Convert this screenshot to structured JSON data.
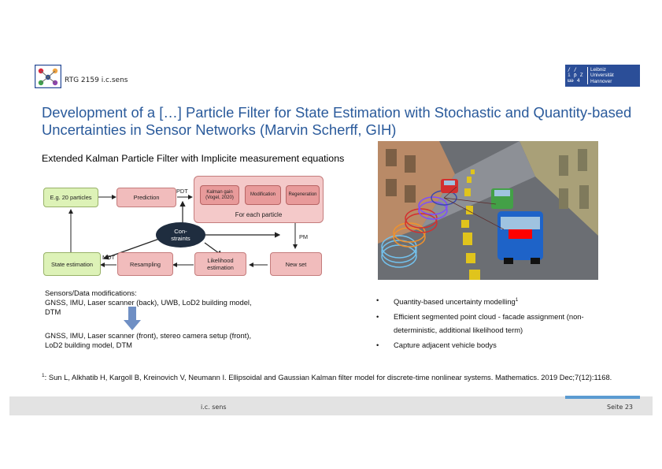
{
  "header": {
    "org": "RTG 2159 i.c.sens",
    "uni_mark_lines": [
      "/ /",
      "i ƥ Z",
      "ɯə 4"
    ],
    "uni_name": "Leibniz\nUniversität\nHannover"
  },
  "title": "Development of a […] Particle Filter for State Estimation with Stochastic and Quantity-based Uncertainties in Sensor Networks (Marvin Scherff, GIH)",
  "subtitle": "Extended Kalman Particle Filter with Implicite measurement equations",
  "flowchart": {
    "particles": "E.g. 20 particles",
    "prediction": "Prediction",
    "pdt": "PDT",
    "kalman_gain": "Kalman gain\n(Vogel, 2020)",
    "modification": "Modification",
    "regeneration": "Regeneration",
    "for_each": "For each particle",
    "constraints": "Con-\nstraints",
    "pm": "PM",
    "mdt": "MDT",
    "state_estimation": "State estimation",
    "resampling": "Resampling",
    "likelihood": "Likelihood\nestimation",
    "new_set": "New set"
  },
  "sensors": {
    "heading": "Sensors/Data modifications:",
    "before": "GNSS, IMU, Laser scanner (back), UWB, LoD2 building model, DTM",
    "after": "GNSS, IMU, Laser scanner (front), stereo camera setup (front), LoD2 building model, DTM"
  },
  "bullets": [
    {
      "text": "Quantity-based uncertainty modelling",
      "sup": "1"
    },
    {
      "text": "Efficient segmented point cloud - facade assignment (non-deterministic, additional likelihood term)",
      "sup": ""
    },
    {
      "text": "Capture adjacent vehicle bodys",
      "sup": ""
    }
  ],
  "footnote": {
    "marker": "1",
    "text": ": Sun L, Alkhatib H, Kargoll B, Kreinovich V, Neumann I. Ellipsoidal and Gaussian Kalman filter model for discrete-time nonlinear systems. Mathematics. 2019 Dec;7(12):1168."
  },
  "footer": {
    "center": "i.c. sens",
    "page": "Seite 23"
  },
  "colors": {
    "title": "#2a5a9b",
    "uni_blue": "#2b4e98",
    "flow_green": "#ddf2b7",
    "flow_pink": "#f1bcbc",
    "constraints": "#1f2d3f",
    "footer_accent": "#5b9bd1"
  }
}
